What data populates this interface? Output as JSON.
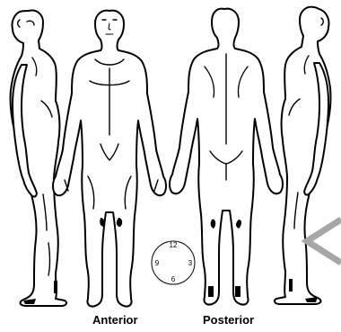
{
  "labels": {
    "anterior": "Anterior",
    "posterior": "Posterior"
  },
  "clock": {
    "n12": "12",
    "n3": "3",
    "n6": "6",
    "n9": "9"
  },
  "icons": {
    "watermark": "chevron-left-icon"
  }
}
